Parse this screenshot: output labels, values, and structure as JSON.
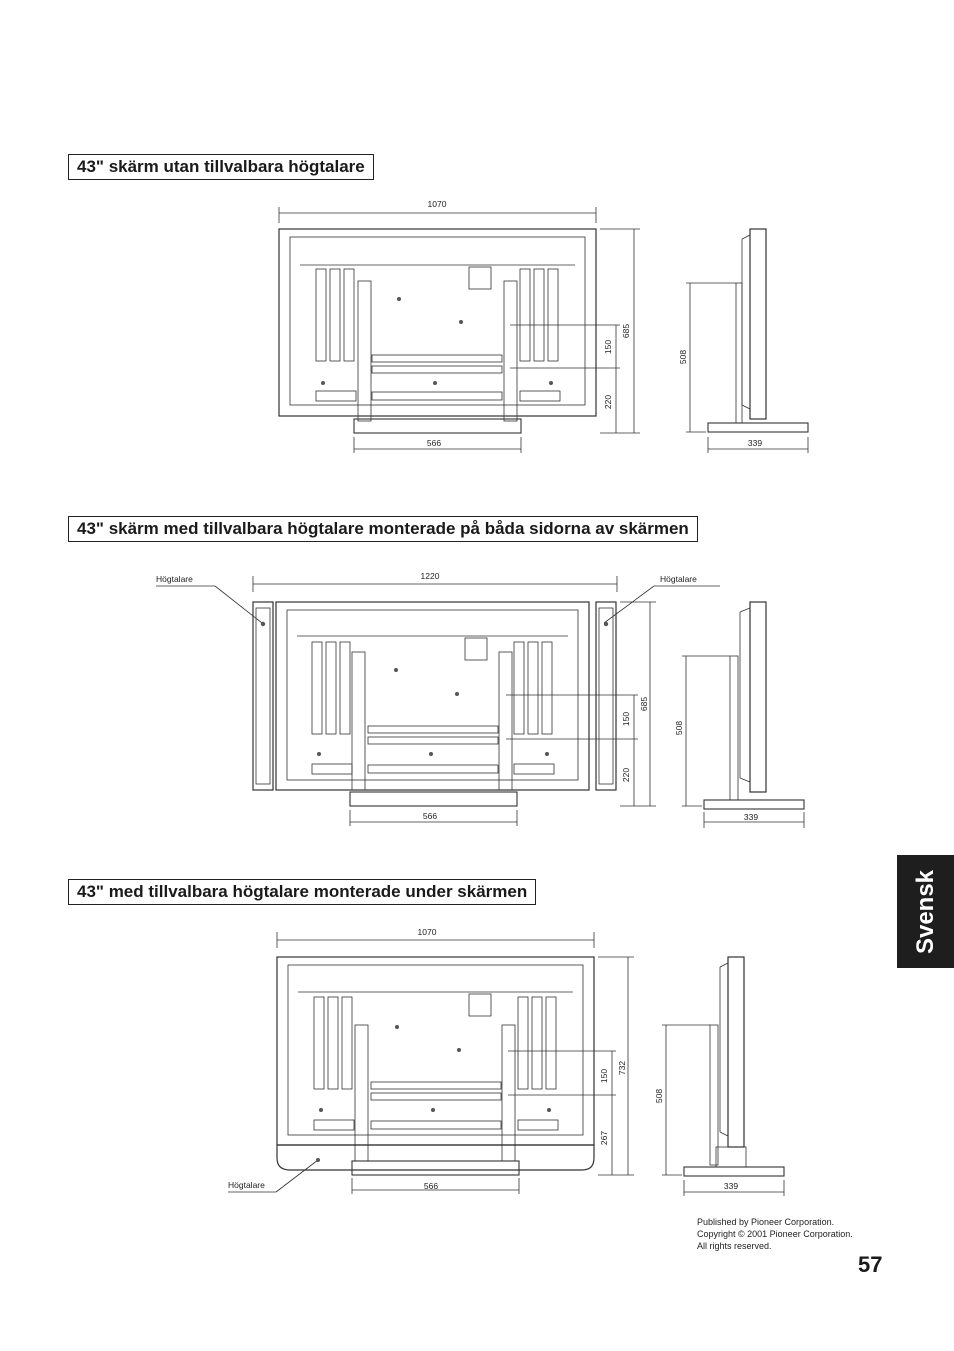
{
  "sections": [
    {
      "heading": "43\" skärm utan tillvalbara högtalare",
      "dims": {
        "width": "1070",
        "stand": "566",
        "height": "685",
        "upper": "150",
        "lower": "220",
        "side_height": "508",
        "depth": "339"
      }
    },
    {
      "heading": "43\" skärm med tillvalbara högtalare monterade på båda sidorna av skärmen",
      "dims": {
        "width": "1220",
        "stand": "566",
        "height": "685",
        "upper": "150",
        "lower": "220",
        "side_height": "508",
        "depth": "339"
      },
      "speaker_label_left": "Högtalare",
      "speaker_label_right": "Högtalare"
    },
    {
      "heading": "43\" med tillvalbara högtalare monterade under skärmen",
      "dims": {
        "width": "1070",
        "stand": "566",
        "height": "732",
        "upper": "150",
        "lower": "267",
        "side_height": "508",
        "depth": "339"
      },
      "speaker_label": "Högtalare"
    }
  ],
  "side_tab": "Svensk",
  "publisher_lines": [
    "Published by Pioneer Corporation.",
    "Copyright © 2001 Pioneer Corporation.",
    "All rights reserved."
  ],
  "page_number": "57"
}
